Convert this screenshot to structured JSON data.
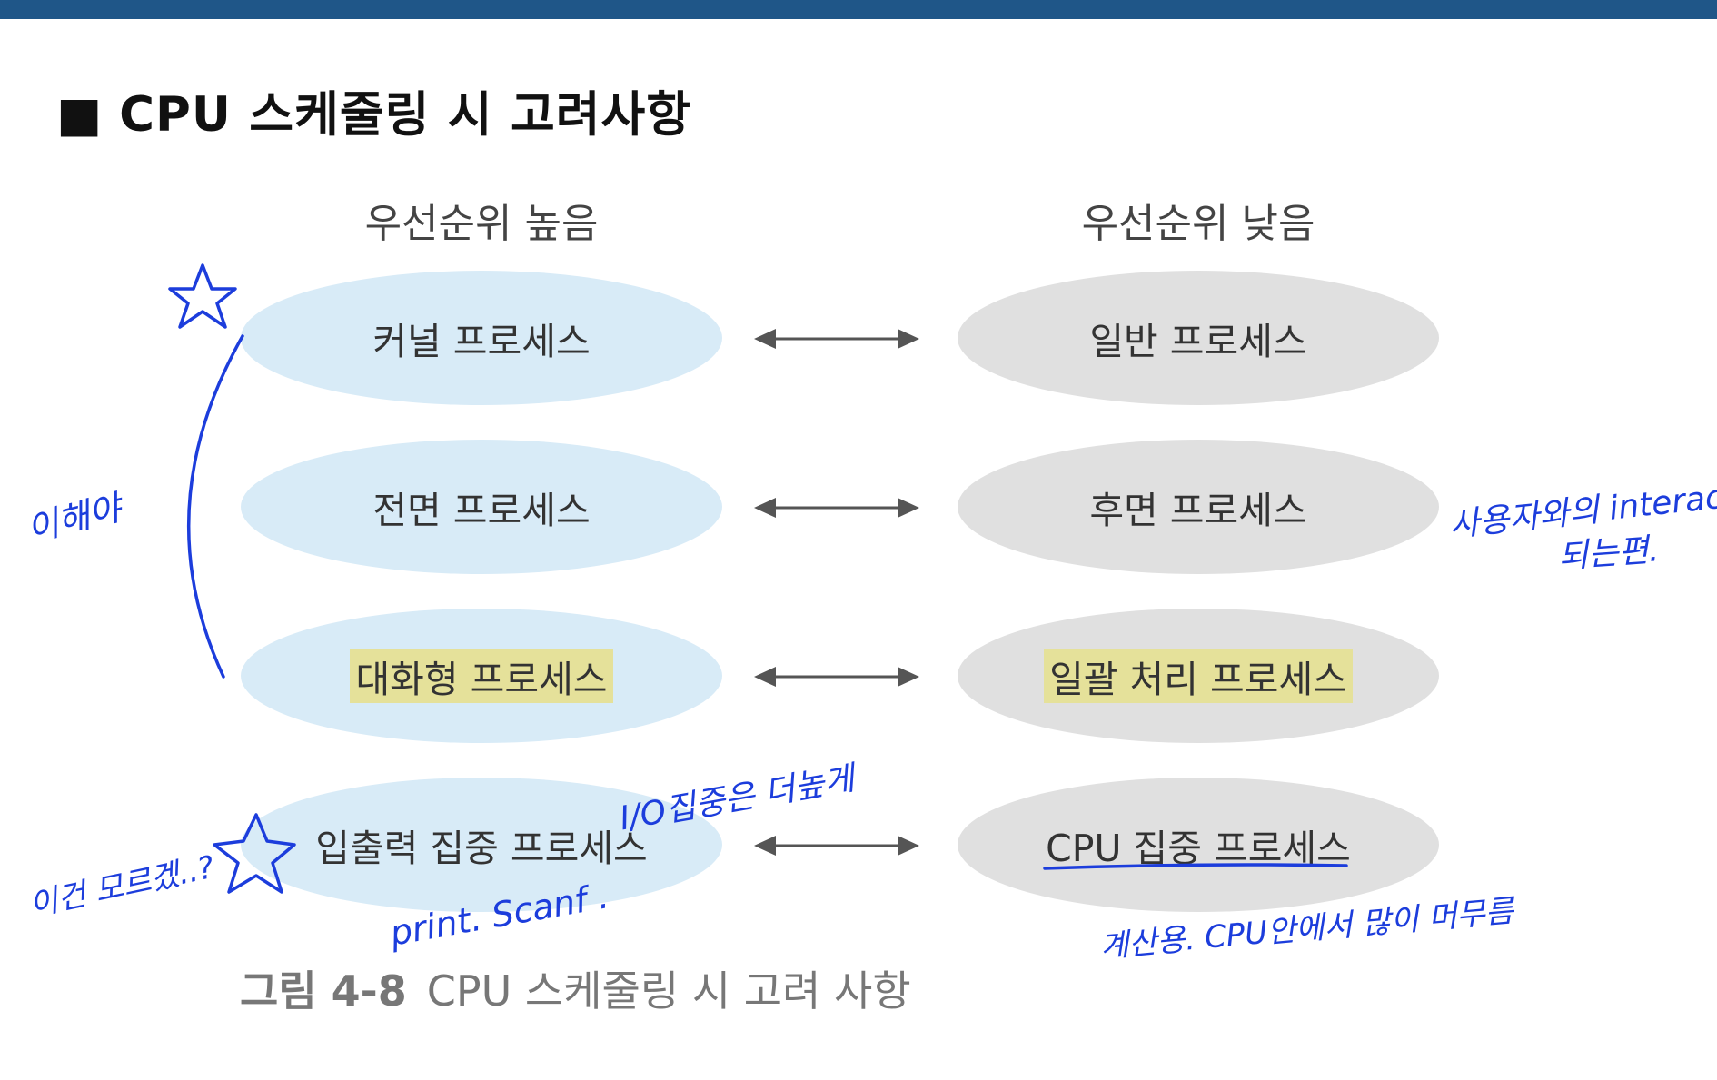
{
  "title": "CPU 스케줄링 시 고려사항",
  "title_bullet": "■",
  "columns": {
    "high": "우선순위 높음",
    "low": "우선순위 낮음"
  },
  "rows": [
    {
      "high": "커널 프로세스",
      "low": "일반 프로세스"
    },
    {
      "high": "전면 프로세스",
      "low": "후면 프로세스"
    },
    {
      "high": "대화형 프로세스",
      "low": "일괄 처리 프로세스",
      "highlighted": true
    },
    {
      "high": "입출력 집중 프로세스",
      "low": "CPU 집중 프로세스"
    }
  ],
  "caption": {
    "number": "그림 4-8",
    "text": "CPU 스케줄링 시 고려 사항"
  },
  "annotations": {
    "left_vertical": "이해야",
    "left_bottom": "이건 모르겠..?",
    "io_note": "I/O집중은 더높게",
    "print_note": "print. Scanf .",
    "right_interaction_line1": "사용자와의 interaction",
    "right_interaction_line2": "되는편.",
    "cpu_note": "계산용. CPU안에서 많이 머무름"
  },
  "colors": {
    "top_bar": "#1f5688",
    "high_ellipse": "#d8ebf7",
    "low_ellipse": "#e0e0e0",
    "highlight": "#e5e19a",
    "ink": "#1c3ddc"
  },
  "icons": [
    "star-icon",
    "star-icon",
    "double-arrow-icon"
  ]
}
